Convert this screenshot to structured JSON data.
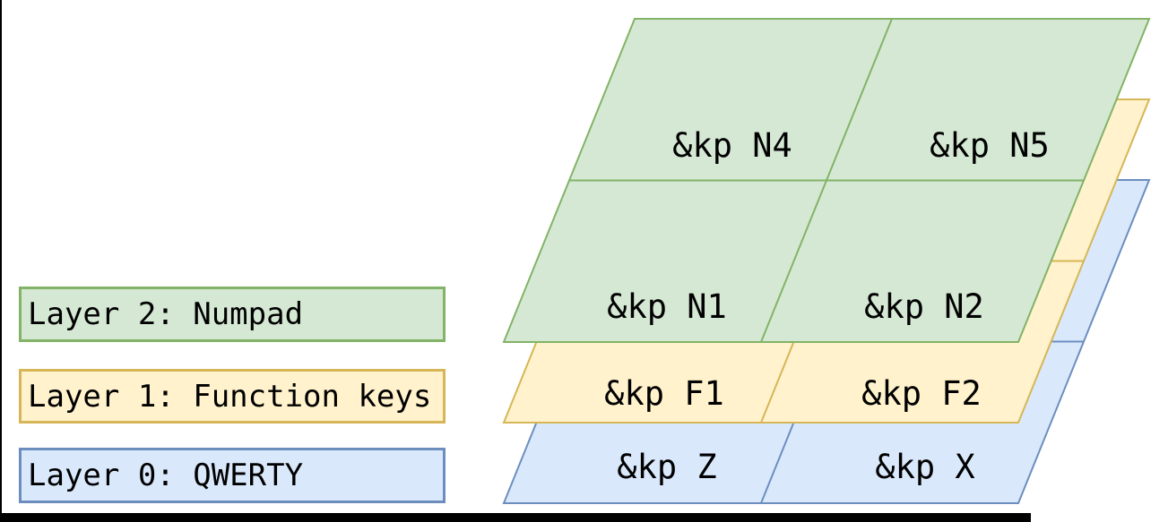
{
  "colors": {
    "background": "#ffffff",
    "frame": "#000000",
    "text": "#000000",
    "green_fill": "#d5e8d4",
    "green_stroke": "#82b366",
    "yellow_fill": "#fff2cc",
    "yellow_stroke": "#d6b656",
    "blue_fill": "#dae8fc",
    "blue_stroke": "#6c8ebf"
  },
  "legend": {
    "items": [
      {
        "id": "layer-2",
        "label": "Layer 2: Numpad",
        "color": "green"
      },
      {
        "id": "layer-1",
        "label": "Layer 1: Function keys",
        "color": "yellow"
      },
      {
        "id": "layer-0",
        "label": "Layer 0: QWERTY",
        "color": "blue"
      }
    ]
  },
  "stack": {
    "layers": [
      {
        "id": "layer-2-numpad",
        "position": "top",
        "color": "green",
        "keys": [
          {
            "pos": "back-left",
            "binding": "&kp N4"
          },
          {
            "pos": "back-right",
            "binding": "&kp N5"
          },
          {
            "pos": "front-left",
            "binding": "&kp N1"
          },
          {
            "pos": "front-right",
            "binding": "&kp N2"
          }
        ]
      },
      {
        "id": "layer-1-function-keys",
        "position": "middle",
        "color": "yellow",
        "keys": [
          {
            "pos": "front-left",
            "binding": "&kp F1"
          },
          {
            "pos": "front-right",
            "binding": "&kp F2"
          }
        ]
      },
      {
        "id": "layer-0-qwerty",
        "position": "bottom",
        "color": "blue",
        "keys": [
          {
            "pos": "front-left",
            "binding": "&kp Z"
          },
          {
            "pos": "front-right",
            "binding": "&kp X"
          }
        ]
      }
    ]
  }
}
